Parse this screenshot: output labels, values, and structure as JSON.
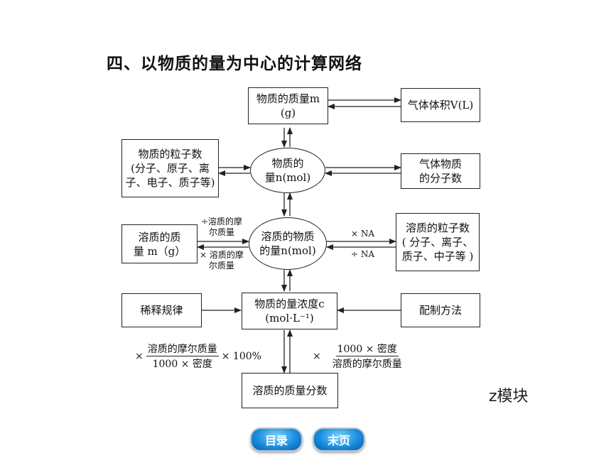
{
  "title": "四、以物质的量为中心的计算网络",
  "nodes": {
    "mass": [
      "物质的质量m",
      "(g)"
    ],
    "gas_volume": "气体体积V(L)",
    "particles": [
      "物质的粒子数",
      "(分子、原子、离",
      "子、电子、质子等)"
    ],
    "mol": [
      "物质的",
      "量n(mol)"
    ],
    "gas_molecules": [
      "气体物质",
      "的分子数"
    ],
    "solute_mass": [
      "溶质的质",
      "量 m（g）"
    ],
    "solute_mol": [
      "溶质的物质",
      "的量n(mol)"
    ],
    "solute_particles": [
      "溶质的粒子数",
      "( 分子、离子、",
      "质子、中子等 )"
    ],
    "dilution": "稀释规律",
    "concentration": [
      "物质的量浓度c",
      "(mol·L⁻¹)"
    ],
    "preparation": "配制方法",
    "mass_fraction": "溶质的质量分数"
  },
  "labels": {
    "div_molar_mass": [
      "÷溶质的摩",
      "尔质量"
    ],
    "mul_molar_mass": [
      "× 溶质的摩",
      "尔质量"
    ],
    "mul_na": "× NA",
    "div_na": "÷ NA",
    "frac_left": {
      "prefix": "×",
      "num": "溶质的摩尔质量",
      "den": "1000 × 密度",
      "suffix": "× 100%"
    },
    "frac_right": {
      "prefix": "×",
      "num": "1000 × 密度",
      "den": "溶质的摩尔质量"
    }
  },
  "side_text": "z模块",
  "nav": {
    "toc": "目录",
    "last": "末页"
  },
  "colors": {
    "line": "#222222",
    "nav_button": "#1b8fe0"
  }
}
